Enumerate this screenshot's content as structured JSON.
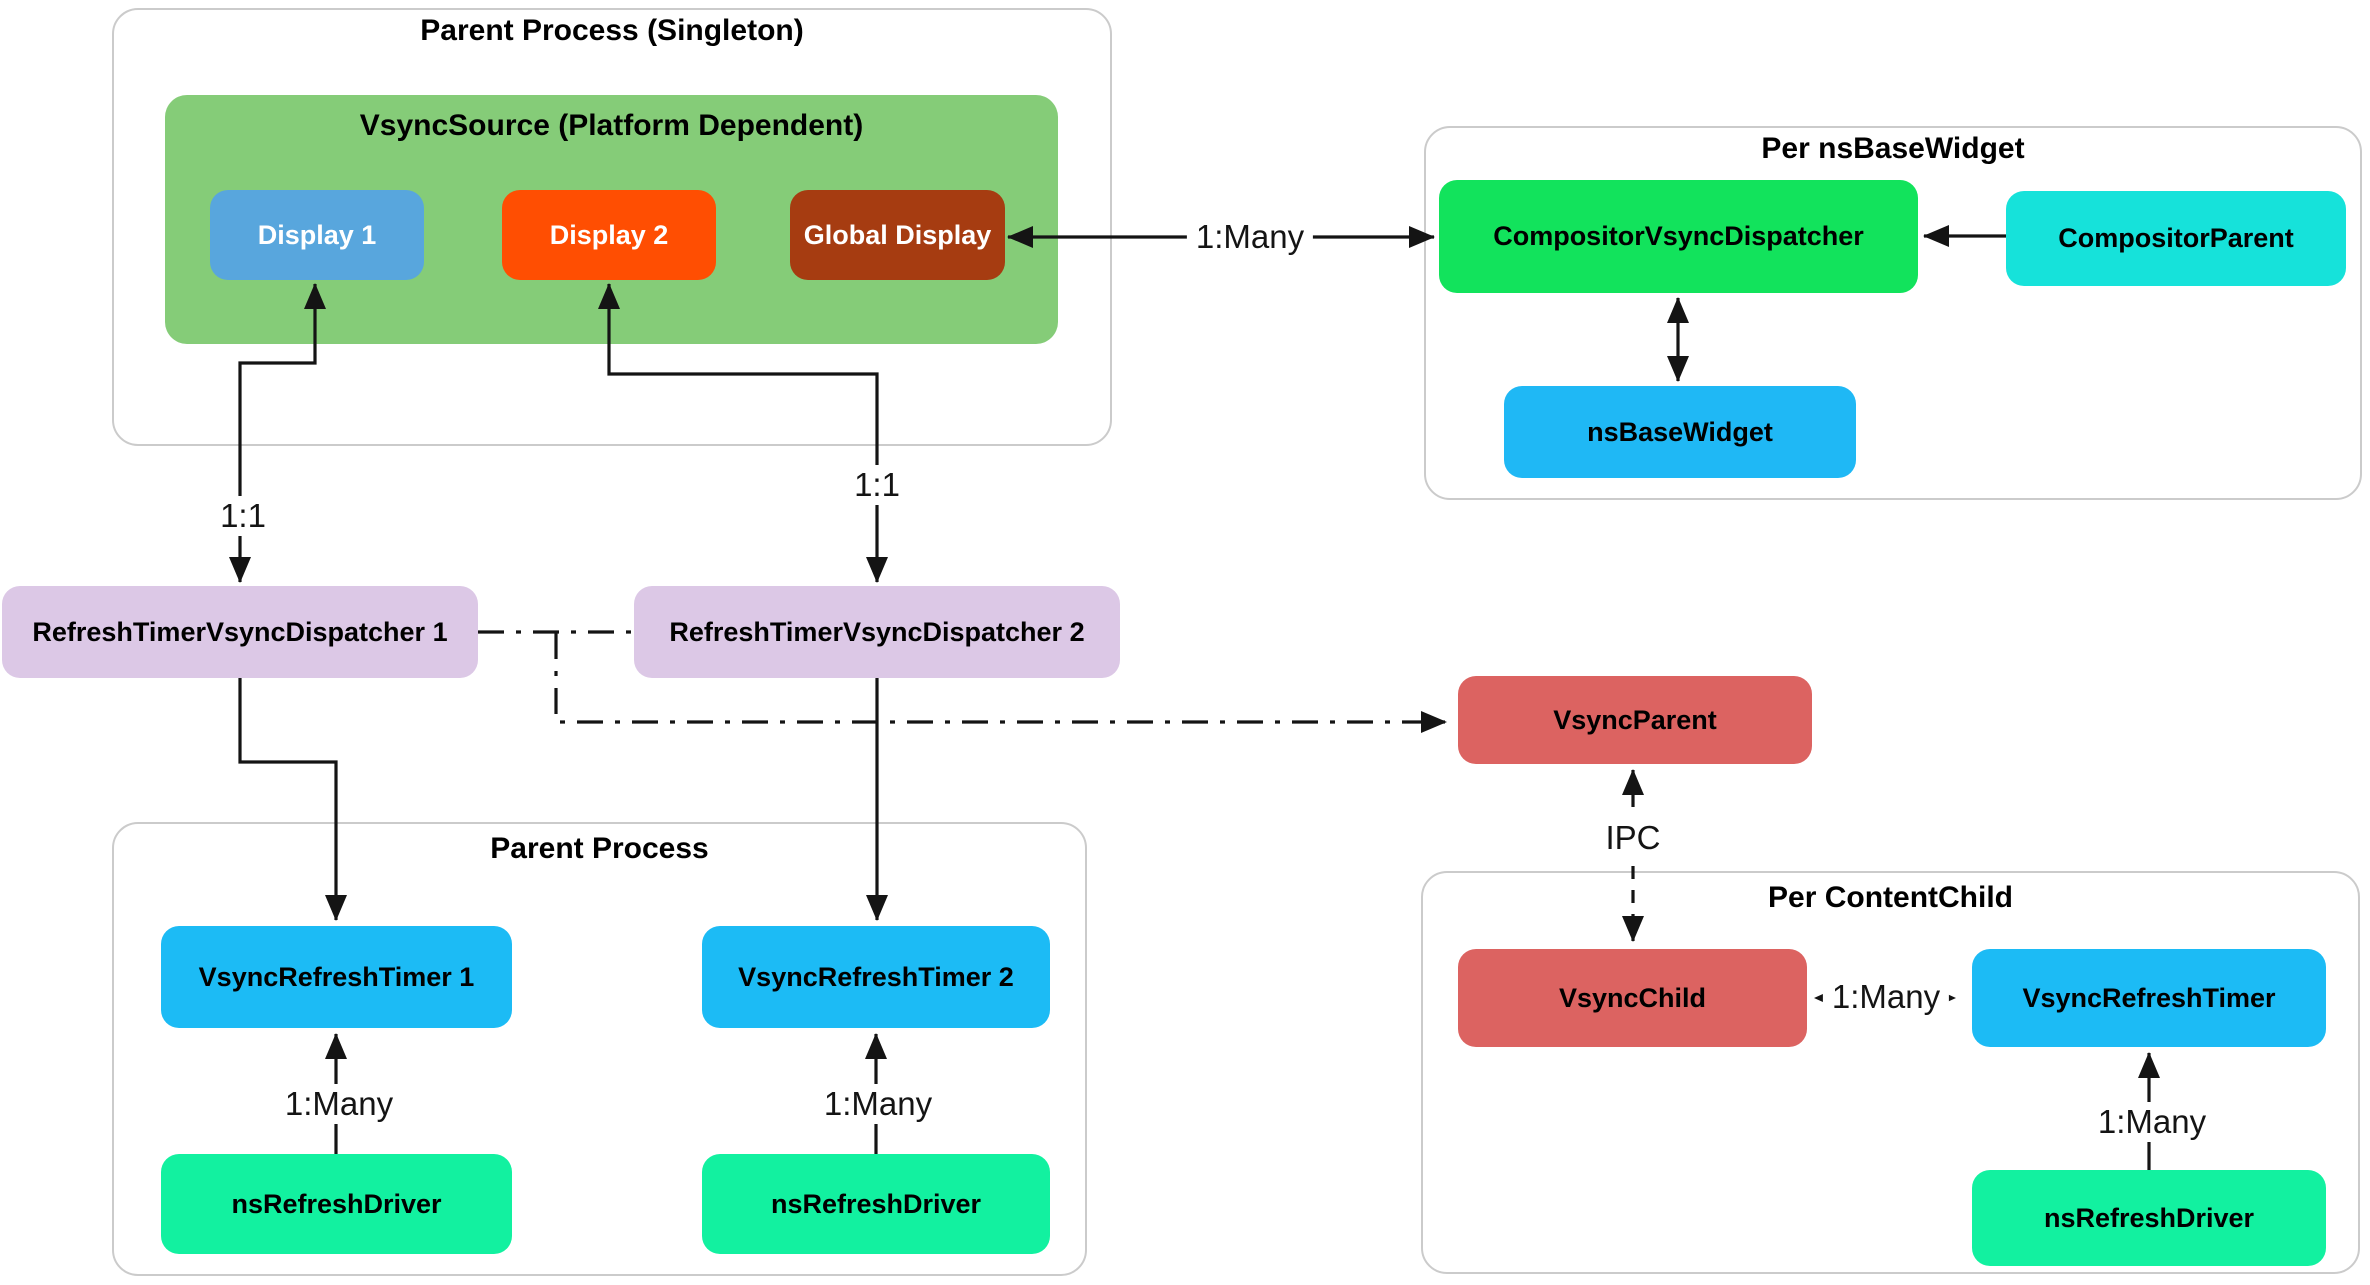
{
  "containers": {
    "parent_singleton": {
      "title": "Parent Process (Singleton)"
    },
    "per_nsbasewidget": {
      "title": "Per nsBaseWidget"
    },
    "parent_process": {
      "title": "Parent Process"
    },
    "per_contentchild": {
      "title": "Per ContentChild"
    }
  },
  "nodes": {
    "vsync_source": {
      "label": "VsyncSource (Platform Dependent)",
      "color": "#85CC78",
      "text_color": "#000000"
    },
    "display_1": {
      "label": "Display 1",
      "color": "#58A6DD",
      "text_color": "#ffffff"
    },
    "display_2": {
      "label": "Display 2",
      "color": "#FF4E02",
      "text_color": "#ffffff"
    },
    "global_display": {
      "label": "Global Display",
      "color": "#A63C11",
      "text_color": "#ffffff"
    },
    "compositor_vsync_dispatcher": {
      "label": "CompositorVsyncDispatcher",
      "color": "#12E35C",
      "text_color": "#000000"
    },
    "compositor_parent": {
      "label": "CompositorParent",
      "color": "#16E2DA",
      "text_color": "#000000"
    },
    "ns_base_widget": {
      "label": "nsBaseWidget",
      "color": "#1FB8F5",
      "text_color": "#000000"
    },
    "refresh_timer_vsync_dispatcher_1": {
      "label": "RefreshTimerVsyncDispatcher 1",
      "color": "#DCC8E6",
      "text_color": "#000000"
    },
    "refresh_timer_vsync_dispatcher_2": {
      "label": "RefreshTimerVsyncDispatcher 2",
      "color": "#DCC8E6",
      "text_color": "#000000"
    },
    "vsync_parent": {
      "label": "VsyncParent",
      "color": "#DC6361",
      "text_color": "#000000"
    },
    "vsync_refresh_timer_1": {
      "label": "VsyncRefreshTimer 1",
      "color": "#1CBBF5",
      "text_color": "#000000"
    },
    "vsync_refresh_timer_2": {
      "label": "VsyncRefreshTimer 2",
      "color": "#1CBBF5",
      "text_color": "#000000"
    },
    "ns_refresh_driver_1": {
      "label": "nsRefreshDriver",
      "color": "#12F1A0",
      "text_color": "#000000"
    },
    "ns_refresh_driver_2": {
      "label": "nsRefreshDriver",
      "color": "#12F1A0",
      "text_color": "#000000"
    },
    "vsync_child": {
      "label": "VsyncChild",
      "color": "#DC6361",
      "text_color": "#000000"
    },
    "vsync_refresh_timer_cc": {
      "label": "VsyncRefreshTimer",
      "color": "#1CBBF5",
      "text_color": "#000000"
    },
    "ns_refresh_driver_cc": {
      "label": "nsRefreshDriver",
      "color": "#12F1A0",
      "text_color": "#000000"
    }
  },
  "edge_labels": {
    "globaldisplay_cvd": "1:Many",
    "display1_rtvd1": "1:1",
    "display2_rtvd2": "1:1",
    "nrd1_vrt1": "1:Many",
    "nrd2_vrt2": "1:Many",
    "ipc": "IPC",
    "vsyncchild_vrtcc": "1:Many",
    "nrdcc_vrtcc": "1:Many"
  },
  "line_color": "#141414"
}
